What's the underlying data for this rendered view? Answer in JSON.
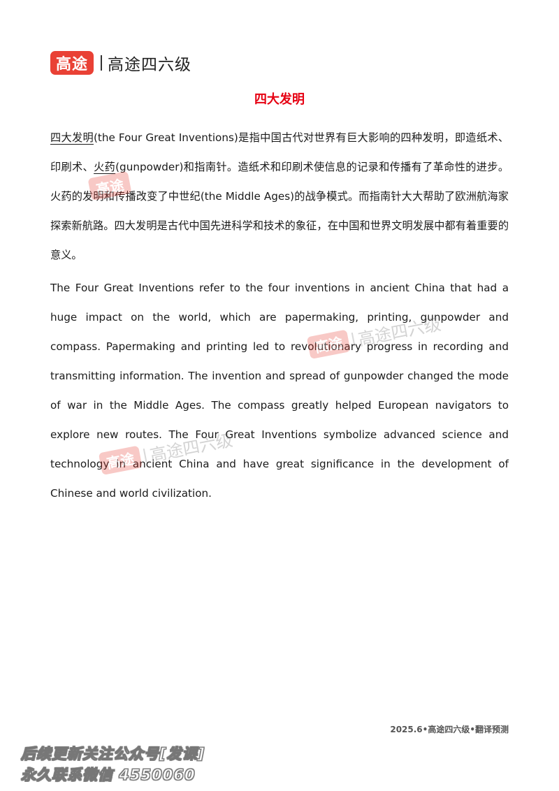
{
  "header": {
    "logo_badge": "高途",
    "logo_text": "高途四六级"
  },
  "title": "四大发明",
  "chinese": {
    "term1": "四大发明",
    "part1": "(the Four Great Inventions)是指中国古代对世界有巨大影响的四种发明，即造纸术、印刷术、",
    "term2": "火药",
    "part2": "(gunpowder)和指南针。造纸术和印刷术使信息的记录和传播有了革命性的进步。火药的发明和传播改变了中世纪(the Middle Ages)的战争模式。而指南针大大帮助了欧洲航海家探索新航路。四大发明是古代中国先进科学和技术的象征，在中国和世界文明发展中都有着重要的意义。"
  },
  "english": "The Four Great Inventions refer to the four inventions in ancient China that had a huge impact on the world, which are papermaking, printing, gunpowder and compass. Papermaking and printing led to revolutionary progress in recording and transmitting information. The invention and spread of gunpowder changed the mode of war in the Middle Ages. The compass greatly helped European navigators to explore new routes. The Four Great Inventions symbolize advanced science and technology in ancient China and have great significance in the development of Chinese and world civilization.",
  "watermark": {
    "badge": "高途",
    "text": "高途四六级"
  },
  "footer": {
    "right": "2025.6•高途四六级•翻译预测",
    "left_line1": "后续更新关注公众号[发课]",
    "left_line2": "永久联系微信 4550060"
  },
  "colors": {
    "brand_red": "#e94135",
    "title_red": "#e60012"
  }
}
